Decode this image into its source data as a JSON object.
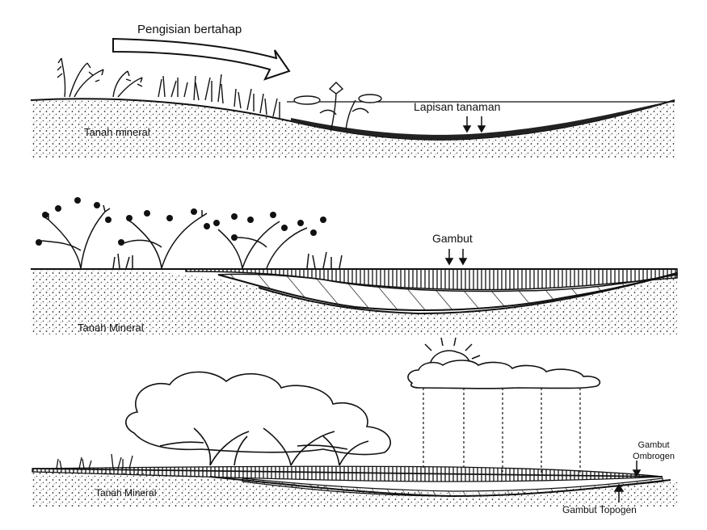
{
  "panel1": {
    "arrow_label": "Pengisian bertahap",
    "vegetation_label": "Lapisan tanaman",
    "soil_label": "Tanah mineral"
  },
  "panel2": {
    "peat_label": "Gambut",
    "soil_label": "Tanah Mineral"
  },
  "panel3": {
    "soil_label": "Tanah Mineral",
    "ombrogenous_line1": "Gambut",
    "ombrogenous_line2": "Ombrogen",
    "topogenous_label": "Gambut Topogen"
  }
}
